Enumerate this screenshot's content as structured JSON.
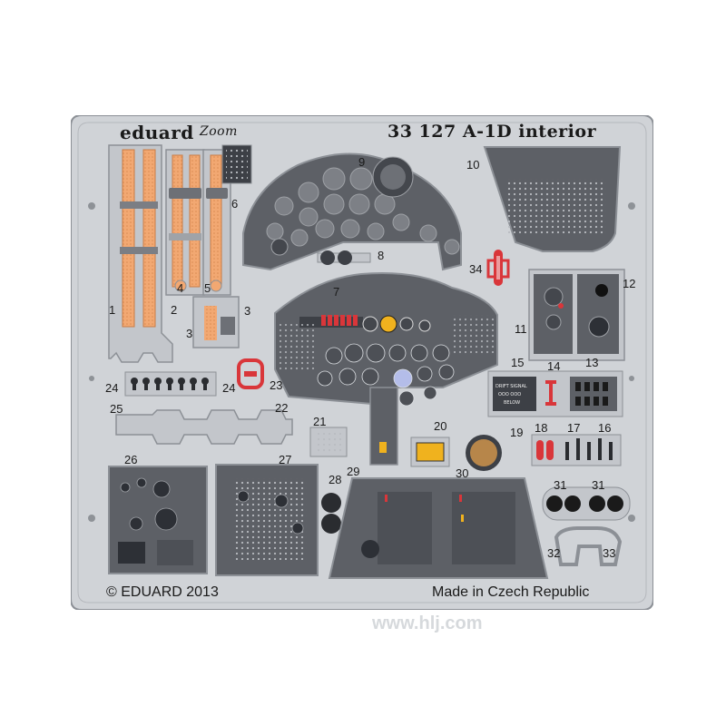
{
  "sheet": {
    "brand": "eduard",
    "zoom_logo": "Zoom",
    "code_title": "33 127 A-1D interior",
    "copyright": "© EDUARD 2013",
    "origin": "Made in Czech Republic",
    "watermark": "www.hlj.com"
  },
  "panel_texts": {
    "drift_signal": "DRIFT SIGNAL",
    "drift_sub": "OOO  OOO",
    "drift_below": "BELOW"
  },
  "part_numbers": [
    "1",
    "2",
    "3",
    "3",
    "4",
    "5",
    "6",
    "7",
    "8",
    "9",
    "10",
    "11",
    "12",
    "13",
    "14",
    "15",
    "16",
    "17",
    "18",
    "19",
    "20",
    "21",
    "22",
    "23",
    "24",
    "24",
    "25",
    "26",
    "27",
    "28",
    "29",
    "30",
    "31",
    "31",
    "32",
    "33",
    "34"
  ],
  "colors": {
    "fret_metal": "#d0d3d7",
    "fret_edge": "#8c9096",
    "panel_dark": "#5d6066",
    "panel_mid": "#6d7076",
    "harness_orange": "#f2a872",
    "accent_red": "#d9363a",
    "accent_yellow": "#f0b21e"
  }
}
